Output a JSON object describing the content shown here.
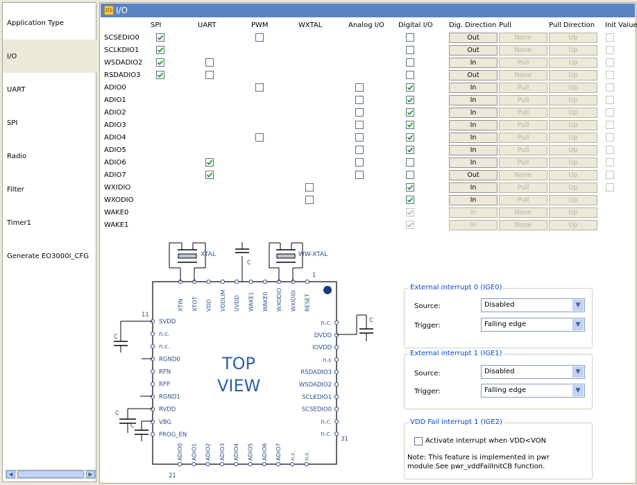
{
  "nav": {
    "items": [
      {
        "label": "Application Type",
        "selected": false
      },
      {
        "label": "I/O",
        "selected": true
      },
      {
        "label": "UART",
        "selected": false
      },
      {
        "label": "SPI",
        "selected": false
      },
      {
        "label": "Radio",
        "selected": false
      },
      {
        "label": "Filter",
        "selected": false
      },
      {
        "label": "Timer1",
        "selected": false
      },
      {
        "label": "Generate EO3000I_CFG",
        "selected": false
      }
    ]
  },
  "header": {
    "title": "I/O",
    "icon": "ds-icon",
    "icon_text": "DS"
  },
  "columns": [
    "SPI",
    "UART",
    "PWM",
    "WXTAL",
    "Analog I/O",
    "Digital I/O",
    "Dig. Direction",
    "Pull",
    "Pull Direction",
    "Init Value"
  ],
  "rows": [
    {
      "name": "SCSEDIO0",
      "spi": true,
      "uart": null,
      "pwm": false,
      "wxtal": null,
      "analog": null,
      "digital": false,
      "dig_disabled": false,
      "dir": "Out",
      "pull": "None",
      "pulldir": "Up",
      "active": true,
      "init": false
    },
    {
      "name": "SCLKDIO1",
      "spi": true,
      "uart": null,
      "pwm": null,
      "wxtal": null,
      "analog": null,
      "digital": false,
      "dig_disabled": false,
      "dir": "Out",
      "pull": "None",
      "pulldir": "Up",
      "active": true,
      "init": false
    },
    {
      "name": "WSDADIO2",
      "spi": true,
      "uart": false,
      "pwm": null,
      "wxtal": null,
      "analog": null,
      "digital": false,
      "dig_disabled": false,
      "dir": "In",
      "pull": "Pull",
      "pulldir": "Up",
      "active": true,
      "init": false
    },
    {
      "name": "RSDADIO3",
      "spi": true,
      "uart": false,
      "pwm": null,
      "wxtal": null,
      "analog": null,
      "digital": false,
      "dig_disabled": false,
      "dir": "Out",
      "pull": "None",
      "pulldir": "Up",
      "active": true,
      "init": false
    },
    {
      "name": "ADIO0",
      "spi": null,
      "uart": null,
      "pwm": false,
      "wxtal": null,
      "analog": false,
      "digital": true,
      "dig_disabled": false,
      "dir": "In",
      "pull": "Pull",
      "pulldir": "Up",
      "active": true,
      "init": false
    },
    {
      "name": "ADIO1",
      "spi": null,
      "uart": null,
      "pwm": null,
      "wxtal": null,
      "analog": false,
      "digital": true,
      "dig_disabled": false,
      "dir": "In",
      "pull": "Pull",
      "pulldir": "Up",
      "active": true,
      "init": false
    },
    {
      "name": "ADIO2",
      "spi": null,
      "uart": null,
      "pwm": null,
      "wxtal": null,
      "analog": false,
      "digital": true,
      "dig_disabled": false,
      "dir": "In",
      "pull": "Pull",
      "pulldir": "Up",
      "active": true,
      "init": false
    },
    {
      "name": "ADIO3",
      "spi": null,
      "uart": null,
      "pwm": null,
      "wxtal": null,
      "analog": false,
      "digital": true,
      "dig_disabled": false,
      "dir": "In",
      "pull": "Pull",
      "pulldir": "Up",
      "active": true,
      "init": false
    },
    {
      "name": "ADIO4",
      "spi": null,
      "uart": null,
      "pwm": false,
      "wxtal": null,
      "analog": false,
      "digital": true,
      "dig_disabled": false,
      "dir": "In",
      "pull": "Pull",
      "pulldir": "Up",
      "active": true,
      "init": false
    },
    {
      "name": "ADIO5",
      "spi": null,
      "uart": null,
      "pwm": null,
      "wxtal": null,
      "analog": false,
      "digital": true,
      "dig_disabled": false,
      "dir": "In",
      "pull": "Pull",
      "pulldir": "Up",
      "active": true,
      "init": false
    },
    {
      "name": "ADIO6",
      "spi": null,
      "uart": true,
      "pwm": null,
      "wxtal": null,
      "analog": false,
      "digital": false,
      "dig_disabled": false,
      "dir": "In",
      "pull": "Pull",
      "pulldir": "Up",
      "active": true,
      "init": false
    },
    {
      "name": "ADIO7",
      "spi": null,
      "uart": true,
      "pwm": null,
      "wxtal": null,
      "analog": false,
      "digital": false,
      "dig_disabled": false,
      "dir": "Out",
      "pull": "None",
      "pulldir": "Up",
      "active": true,
      "init": false
    },
    {
      "name": "WXIDIO",
      "spi": null,
      "uart": null,
      "pwm": null,
      "wxtal": false,
      "analog": null,
      "digital": true,
      "dig_disabled": false,
      "dir": "In",
      "pull": "Pull",
      "pulldir": "Up",
      "active": true,
      "init": false
    },
    {
      "name": "WXODIO",
      "spi": null,
      "uart": null,
      "pwm": null,
      "wxtal": false,
      "analog": null,
      "digital": true,
      "dig_disabled": false,
      "dir": "In",
      "pull": "Pull",
      "pulldir": "Up",
      "active": true,
      "init": null
    },
    {
      "name": "WAKE0",
      "spi": null,
      "uart": null,
      "pwm": null,
      "wxtal": null,
      "analog": null,
      "digital": true,
      "dig_disabled": true,
      "dir": "In",
      "pull": "None",
      "pulldir": "Up",
      "active": false,
      "init": null
    },
    {
      "name": "WAKE1",
      "spi": null,
      "uart": null,
      "pwm": null,
      "wxtal": null,
      "analog": null,
      "digital": true,
      "dig_disabled": true,
      "dir": "In",
      "pull": "None",
      "pulldir": "Up",
      "active": false,
      "init": null
    }
  ],
  "chip": {
    "top_view_line1": "TOP",
    "top_view_line2": "VIEW",
    "xtal_label": "XTAL",
    "wxtal_label": "WW-XTAL",
    "cap_label": "C",
    "pin1": "1",
    "pin11": "11",
    "pin21": "21",
    "pin31": "31",
    "top_pins": [
      "XTIN",
      "XTOT",
      "VDD",
      "VDDLIM",
      "UVDD",
      "WAKE1",
      "WAKE0",
      "WXODIO",
      "WXIDIO",
      "RESET"
    ],
    "left_pins": [
      "SVDD",
      "n.c.",
      "n.c.",
      "RGND0",
      "RFN",
      "RFP",
      "RGND1",
      "RVDD",
      "VBG",
      "PROG_EN"
    ],
    "right_pins": [
      "n.c.",
      "DVDD",
      "IOVDD",
      "n.c",
      "RSDADIO3",
      "WSDADIO2",
      "SCLKDIO1",
      "SCSEDIO0",
      "n.c.",
      "n.c."
    ],
    "bottom_pins": [
      "ADIO0",
      "ADIO1",
      "ADIO2",
      "ADIO3",
      "ADIO4",
      "ADIO5",
      "ADIO6",
      "ADIO7",
      "n.c.",
      "n.c."
    ]
  },
  "ext0": {
    "title": "External interrupt 0 (IGE0)",
    "source_label": "Source:",
    "source_value": "Disabled",
    "trigger_label": "Trigger:",
    "trigger_value": "Falling edge"
  },
  "ext1": {
    "title": "External interrupt 1 (IGE1)",
    "source_label": "Source:",
    "source_value": "Disabled",
    "trigger_label": "Trigger:",
    "trigger_value": "Falling edge"
  },
  "vddfail": {
    "title": "VDD Fail interrupt 1  (IGE2)",
    "checkbox_label": "Activate interrupt when VDD<VON",
    "checked": false,
    "note": "Note: This feature is implemented in pwr module.See pwr_vddFailInitCB function."
  },
  "colors": {
    "header": "#5a83bf",
    "accent_text": "#0046d5",
    "check": "#1a9c1a",
    "chip_text": "#2c4f8c"
  }
}
